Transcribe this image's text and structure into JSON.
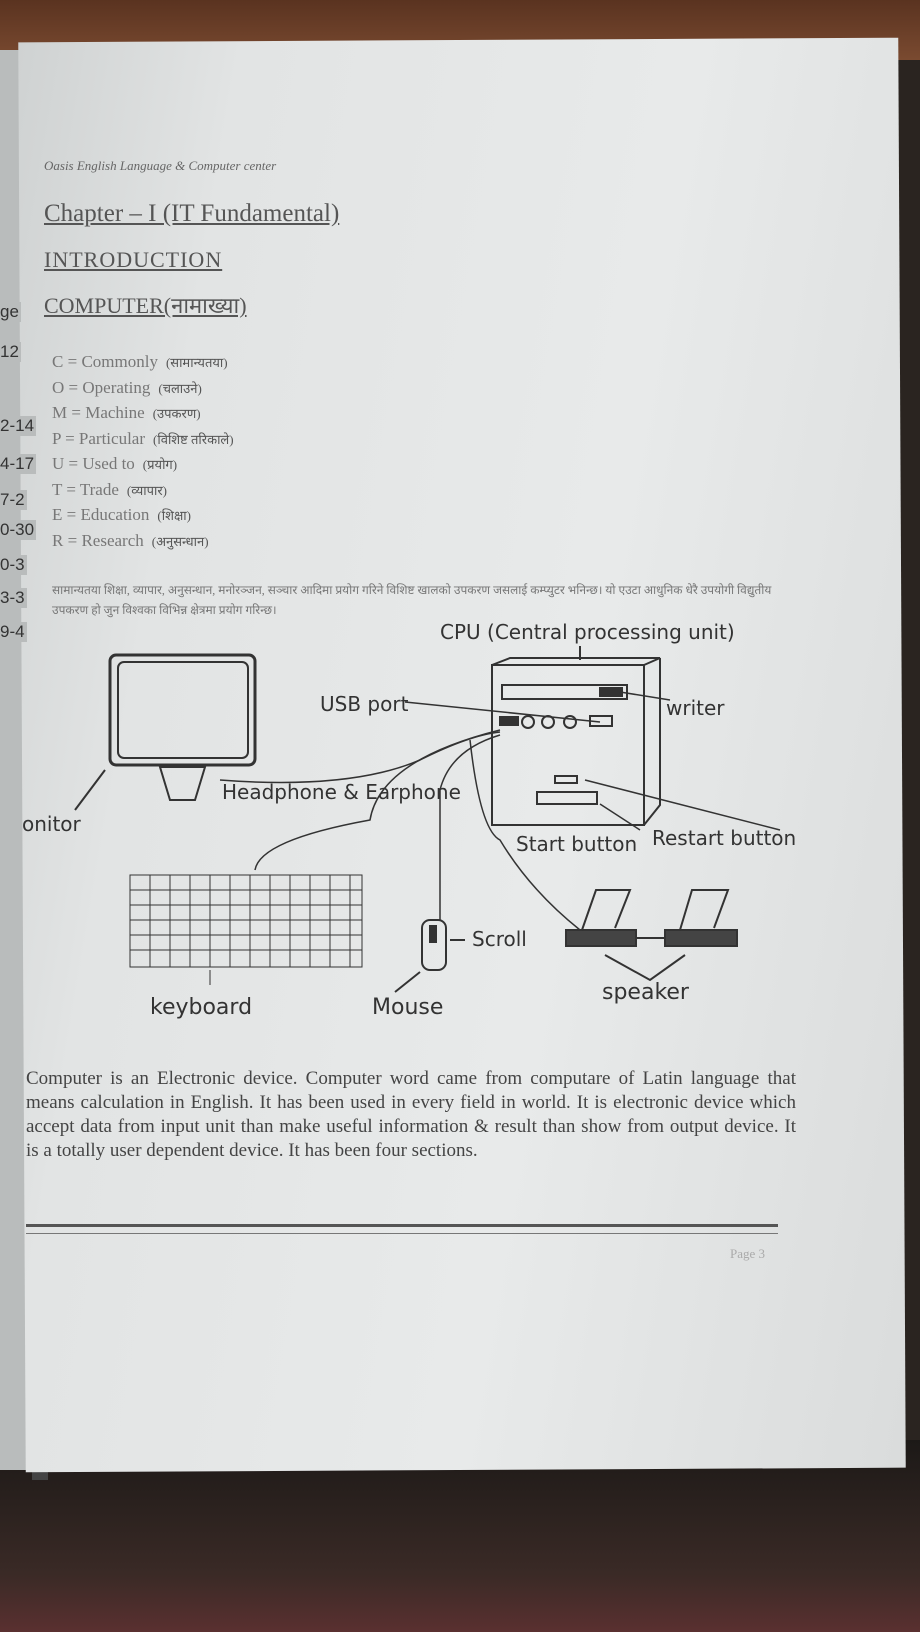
{
  "margin_tabs": [
    "ge",
    "12",
    "2-14",
    "4-17",
    "7-2",
    "0-30",
    "0-3",
    "3-3",
    "9-4"
  ],
  "header": "Oasis English Language & Computer center",
  "chapter_title": "Chapter – I (IT Fundamental)",
  "section_title": "INTRODUCTION",
  "subsection_title": "COMPUTER(नामाख्या)",
  "acronym": [
    {
      "letter": "C",
      "word": "Commonly",
      "nepali": "(सामान्यतया)"
    },
    {
      "letter": "O",
      "word": "Operating",
      "nepali": "(चलाउने)"
    },
    {
      "letter": "M",
      "word": "Machine",
      "nepali": "(उपकरण)"
    },
    {
      "letter": "P",
      "word": "Particular",
      "nepali": "(विशिष्ट तरिकाले)"
    },
    {
      "letter": "U",
      "word": "Used to",
      "nepali": "(प्रयोग)"
    },
    {
      "letter": "T",
      "word": "Trade",
      "nepali": "(व्यापार)"
    },
    {
      "letter": "E",
      "word": "Education",
      "nepali": "(शिक्षा)"
    },
    {
      "letter": "R",
      "word": "Research",
      "nepali": "(अनुसन्धान)"
    }
  ],
  "nepali_paragraph": "सामान्यतया शिक्षा, व्यापार, अनुसन्धान, मनोरञ्जन, सञ्चार आदिमा प्रयोग गरिने विशिष्ट खालको उपकरण जसलाई कम्प्युटर भनिन्छ। यो एउटा आधुनिक धेरै उपयोगी विद्युतीय उपकरण हो जुन विश्वका विभिन्न क्षेत्रमा प्रयोग गरिन्छ।",
  "diagram": {
    "cpu": "CPU (Central processing unit)",
    "usb": "USB port",
    "writer": "writer",
    "headphone": "Headphone & Earphone",
    "monitor": "onitor",
    "start": "Start button",
    "restart": "Restart button",
    "scroll": "Scroll",
    "keyboard": "keyboard",
    "mouse": "Mouse",
    "speaker": "speaker"
  },
  "body_paragraph": "Computer is an Electronic device. Computer word came from computare of Latin language that means calculation in English. It has been used in every field in world. It is electronic device which accept data from input unit than make useful information & result than show from output device. It is a totally user dependent device. It has been four sections.",
  "page_number": "Page 3"
}
